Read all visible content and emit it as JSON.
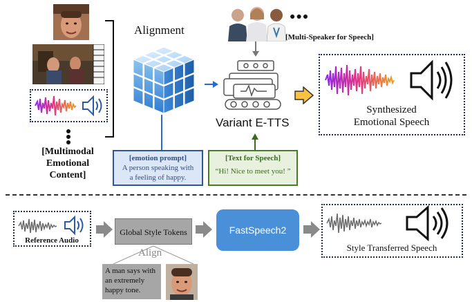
{
  "top": {
    "alignment_label": "Alignment",
    "multispeaker_label": "[Multi-Speaker for Speech]",
    "speaker_dots": "●●●",
    "tts_label": "Variant E-TTS",
    "output_label_line1": "Synthesized",
    "output_label_line2": "Emotional Speech",
    "multimodal_label_line1": "[Multimodal",
    "multimodal_label_line2": "Emotional",
    "multimodal_label_line3": "Content]",
    "emotion_prompt_title": "[emotion prompt]",
    "emotion_prompt_line1": "A person speaking with",
    "emotion_prompt_line2": "a feeling of happy.",
    "text_speech_title": "[Text for Speech]",
    "text_speech_body": "“Hi! Nice to meet you! ”"
  },
  "bottom": {
    "reference_audio_label": "Reference Audio",
    "gst_label": "Global Style Tokens",
    "fastspeech_label": "FastSpeech2",
    "output_label": "Style Transferred Speech",
    "align_label": "Align",
    "caption_line1": "A man says with",
    "caption_line2": "an extremely",
    "caption_line3": "happy tone."
  },
  "colors": {
    "dotted_border": "#1f2e55",
    "cube_blue": "#3a86d6",
    "emotion_box_fill": "#dbe6f6",
    "emotion_box_border": "#2f5597",
    "text_box_fill": "#e8f1de",
    "text_box_border": "#4a7a2c",
    "fastspeech_fill": "#4a90d9",
    "gst_fill": "#a6a6a6",
    "output_arrow": "#f5c242"
  }
}
